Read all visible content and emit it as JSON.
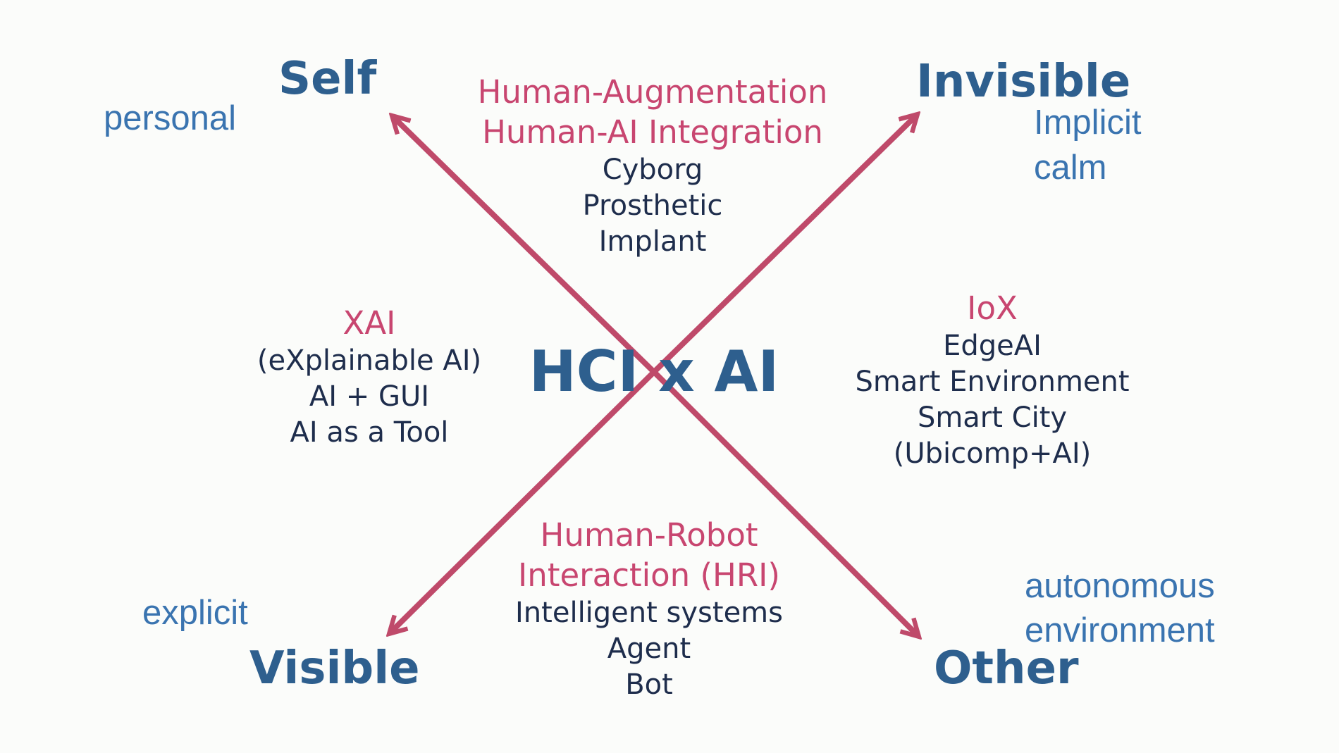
{
  "colors": {
    "blue": "#2e5f8e",
    "light_blue": "#3a74b0",
    "pink": "#c84670",
    "dark_text": "#1e2d4c",
    "arrow": "#bf4a6a"
  },
  "center": {
    "title": "HCI x AI"
  },
  "corners": {
    "self": {
      "label": "Self",
      "descriptor": "personal"
    },
    "invisible": {
      "label": "Invisible",
      "descriptors": [
        "Implicit",
        "calm"
      ]
    },
    "visible": {
      "label": "Visible",
      "descriptor": "explicit"
    },
    "other": {
      "label": "Other",
      "descriptors": [
        "autonomous",
        "environment"
      ]
    }
  },
  "quadrants": {
    "top": {
      "headings": [
        "Human-Augmentation",
        "Human-AI Integration"
      ],
      "items": [
        "Cyborg",
        "Prosthetic",
        "Implant"
      ]
    },
    "left": {
      "headings": [
        "XAI"
      ],
      "items": [
        "(eXplainable AI)",
        "AI + GUI",
        "AI as a Tool"
      ]
    },
    "right": {
      "headings": [
        "IoX"
      ],
      "items": [
        "EdgeAI",
        "Smart Environment",
        "Smart City",
        "(Ubicomp+AI)"
      ]
    },
    "bottom": {
      "headings": [
        "Human-Robot",
        "Interaction (HRI)"
      ],
      "items": [
        "Intelligent systems",
        "Agent",
        "Bot"
      ]
    }
  }
}
